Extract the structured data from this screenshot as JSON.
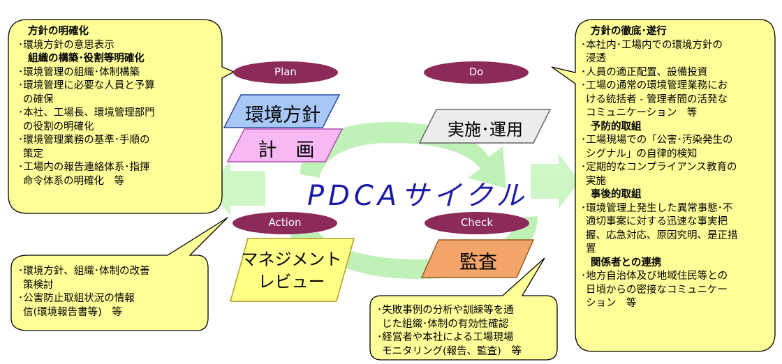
{
  "colors": {
    "bubble_fill": "#ffff99",
    "ellipse_fill": "#8c2a5a",
    "plan_fill": "#a8c8f8",
    "plan2_fill": "#f7b9f4",
    "do_fill": "#ececec",
    "action_fill": "#ffff88",
    "check_fill": "#f4a56a",
    "arrow_green": "#b9f0b0",
    "title_blue": "#1a1aa6"
  },
  "title": "PDCAサイクル",
  "stages": {
    "plan": {
      "label": "Plan",
      "box1": "環境方針",
      "box2": "計　画"
    },
    "do": {
      "label": "Do",
      "box1": "実施･運用"
    },
    "action": {
      "label": "Action",
      "box1_line1": "マネジメント",
      "box1_line2": "レビュー"
    },
    "check": {
      "label": "Check",
      "box1": "監査"
    }
  },
  "bubbles": {
    "plan": [
      {
        "type": "heading",
        "text": "方針の明確化"
      },
      {
        "type": "item",
        "text": "･環境方針の意思表示"
      },
      {
        "type": "heading",
        "text": "組織の構築･役割等明確化"
      },
      {
        "type": "item",
        "text": "･環境管理の組織･体制構築"
      },
      {
        "type": "item",
        "text": "･環境管理に必要な人員と予算"
      },
      {
        "type": "cont",
        "text": "の確保"
      },
      {
        "type": "item",
        "text": "･本社、工場長、環境管理部門"
      },
      {
        "type": "cont",
        "text": "の役割の明確化"
      },
      {
        "type": "item",
        "text": "･環境管理業務の基準･手順の"
      },
      {
        "type": "cont",
        "text": "策定"
      },
      {
        "type": "item",
        "text": "･工場内の報告連絡体系･指揮"
      },
      {
        "type": "cont",
        "text": "命令体系の明確化　等"
      }
    ],
    "do": [
      {
        "type": "heading",
        "text": "方針の徹底･遂行"
      },
      {
        "type": "item",
        "text": "･本社内･工場内での環境方針の"
      },
      {
        "type": "cont",
        "text": "浸透"
      },
      {
        "type": "item",
        "text": "･人員の適正配置、設備投資"
      },
      {
        "type": "item",
        "text": "･工場の通常の環境管理業務にお"
      },
      {
        "type": "cont",
        "text": "ける統括者 - 管理者間の活発な"
      },
      {
        "type": "cont",
        "text": "コミュニケーション　等"
      },
      {
        "type": "heading",
        "text": "予防的取組"
      },
      {
        "type": "item",
        "text": "･工場現場での「公害･汚染発生の"
      },
      {
        "type": "cont",
        "text": "シグナル」の自律的検知"
      },
      {
        "type": "item",
        "text": "･定期的なコンプライアンス教育の"
      },
      {
        "type": "cont",
        "text": "実施"
      },
      {
        "type": "heading",
        "text": "事後的取組"
      },
      {
        "type": "item",
        "text": "･環境管理上発生した異常事態･不"
      },
      {
        "type": "cont",
        "text": "適切事案に対する迅速な事実把"
      },
      {
        "type": "cont",
        "text": "握、応急対応、原因究明、是正措"
      },
      {
        "type": "cont",
        "text": "置"
      },
      {
        "type": "heading",
        "text": "関係者との連携"
      },
      {
        "type": "item",
        "text": "･地方自治体及び地域住民等との"
      },
      {
        "type": "cont",
        "text": "日頃からの密接なコミュニケー"
      },
      {
        "type": "cont",
        "text": "ション　等"
      }
    ],
    "action": [
      {
        "type": "item",
        "text": "･環境方針、組織･体制の改善"
      },
      {
        "type": "cont",
        "text": "策検討"
      },
      {
        "type": "item",
        "text": "･公害防止取組状況の情報"
      },
      {
        "type": "cont",
        "text": "信(環境報告書等)　等"
      }
    ],
    "check": [
      {
        "type": "item",
        "text": "･失敗事例の分析や訓練等を通"
      },
      {
        "type": "cont",
        "text": "じた組織･体制の有効性確認"
      },
      {
        "type": "item",
        "text": "･経営者や本社による工場現場"
      },
      {
        "type": "cont",
        "text": "モニタリング(報告、監査)　等"
      }
    ]
  }
}
